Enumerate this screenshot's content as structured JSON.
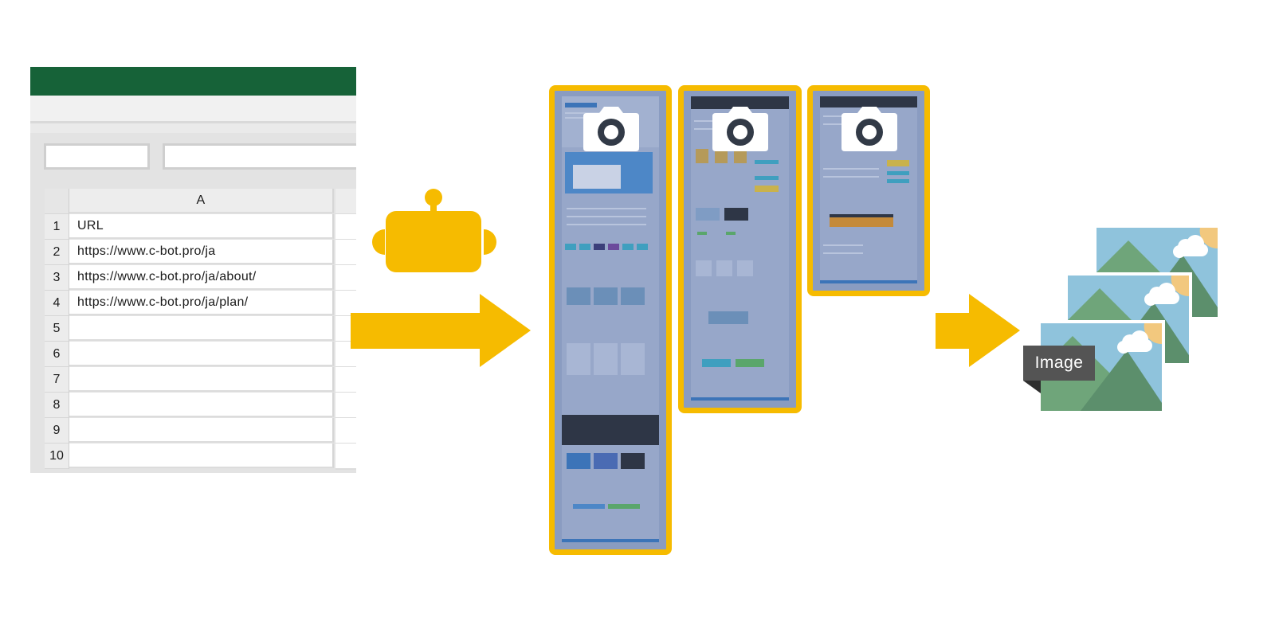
{
  "spreadsheet": {
    "column_header": "A",
    "rows": [
      {
        "num": "1",
        "value": "URL"
      },
      {
        "num": "2",
        "value": "https://www.c-bot.pro/ja"
      },
      {
        "num": "3",
        "value": "https://www.c-bot.pro/ja/about/"
      },
      {
        "num": "4",
        "value": "https://www.c-bot.pro/ja/plan/"
      },
      {
        "num": "5",
        "value": ""
      },
      {
        "num": "6",
        "value": ""
      },
      {
        "num": "7",
        "value": ""
      },
      {
        "num": "8",
        "value": ""
      },
      {
        "num": "9",
        "value": ""
      },
      {
        "num": "10",
        "value": ""
      }
    ]
  },
  "output": {
    "image_label": "Image"
  },
  "icons": {
    "robot": "robot-icon",
    "camera": "camera-icon",
    "arrow": "arrow-right-icon",
    "image": "landscape-image-icon"
  },
  "colors": {
    "accent": "#f6bb00",
    "sheet_title_bar": "#166238",
    "capture_overlay": "#8a9cc1",
    "label_bg": "#545454"
  }
}
